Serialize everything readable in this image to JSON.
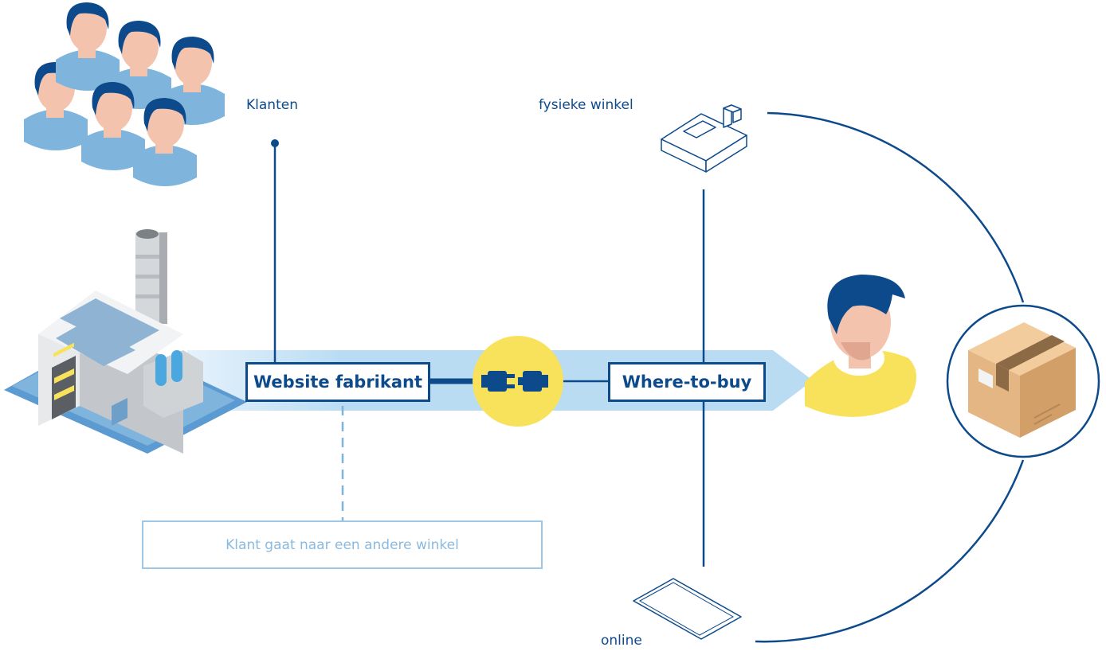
{
  "labels": {
    "customers": "Klanten",
    "physical_store": "fysieke winkel",
    "online": "online"
  },
  "boxes": {
    "manufacturer_website": "Website fabrikant",
    "where_to_buy": "Where-to-buy",
    "alternative_note": "Klant gaat naar een andere winkel"
  },
  "colors": {
    "navy": "#0d4a8c",
    "light_blue": "#7fb5dd",
    "pale_blue": "#b9dcf3",
    "yellow": "#f8e25c",
    "skin": "#f3c3ae",
    "box_brown": "#e3b683"
  },
  "icons": [
    "customers-group-icon",
    "factory-icon",
    "plug-connector-icon",
    "cash-register-icon",
    "consumer-icon",
    "tablet-icon",
    "parcel-box-icon"
  ]
}
